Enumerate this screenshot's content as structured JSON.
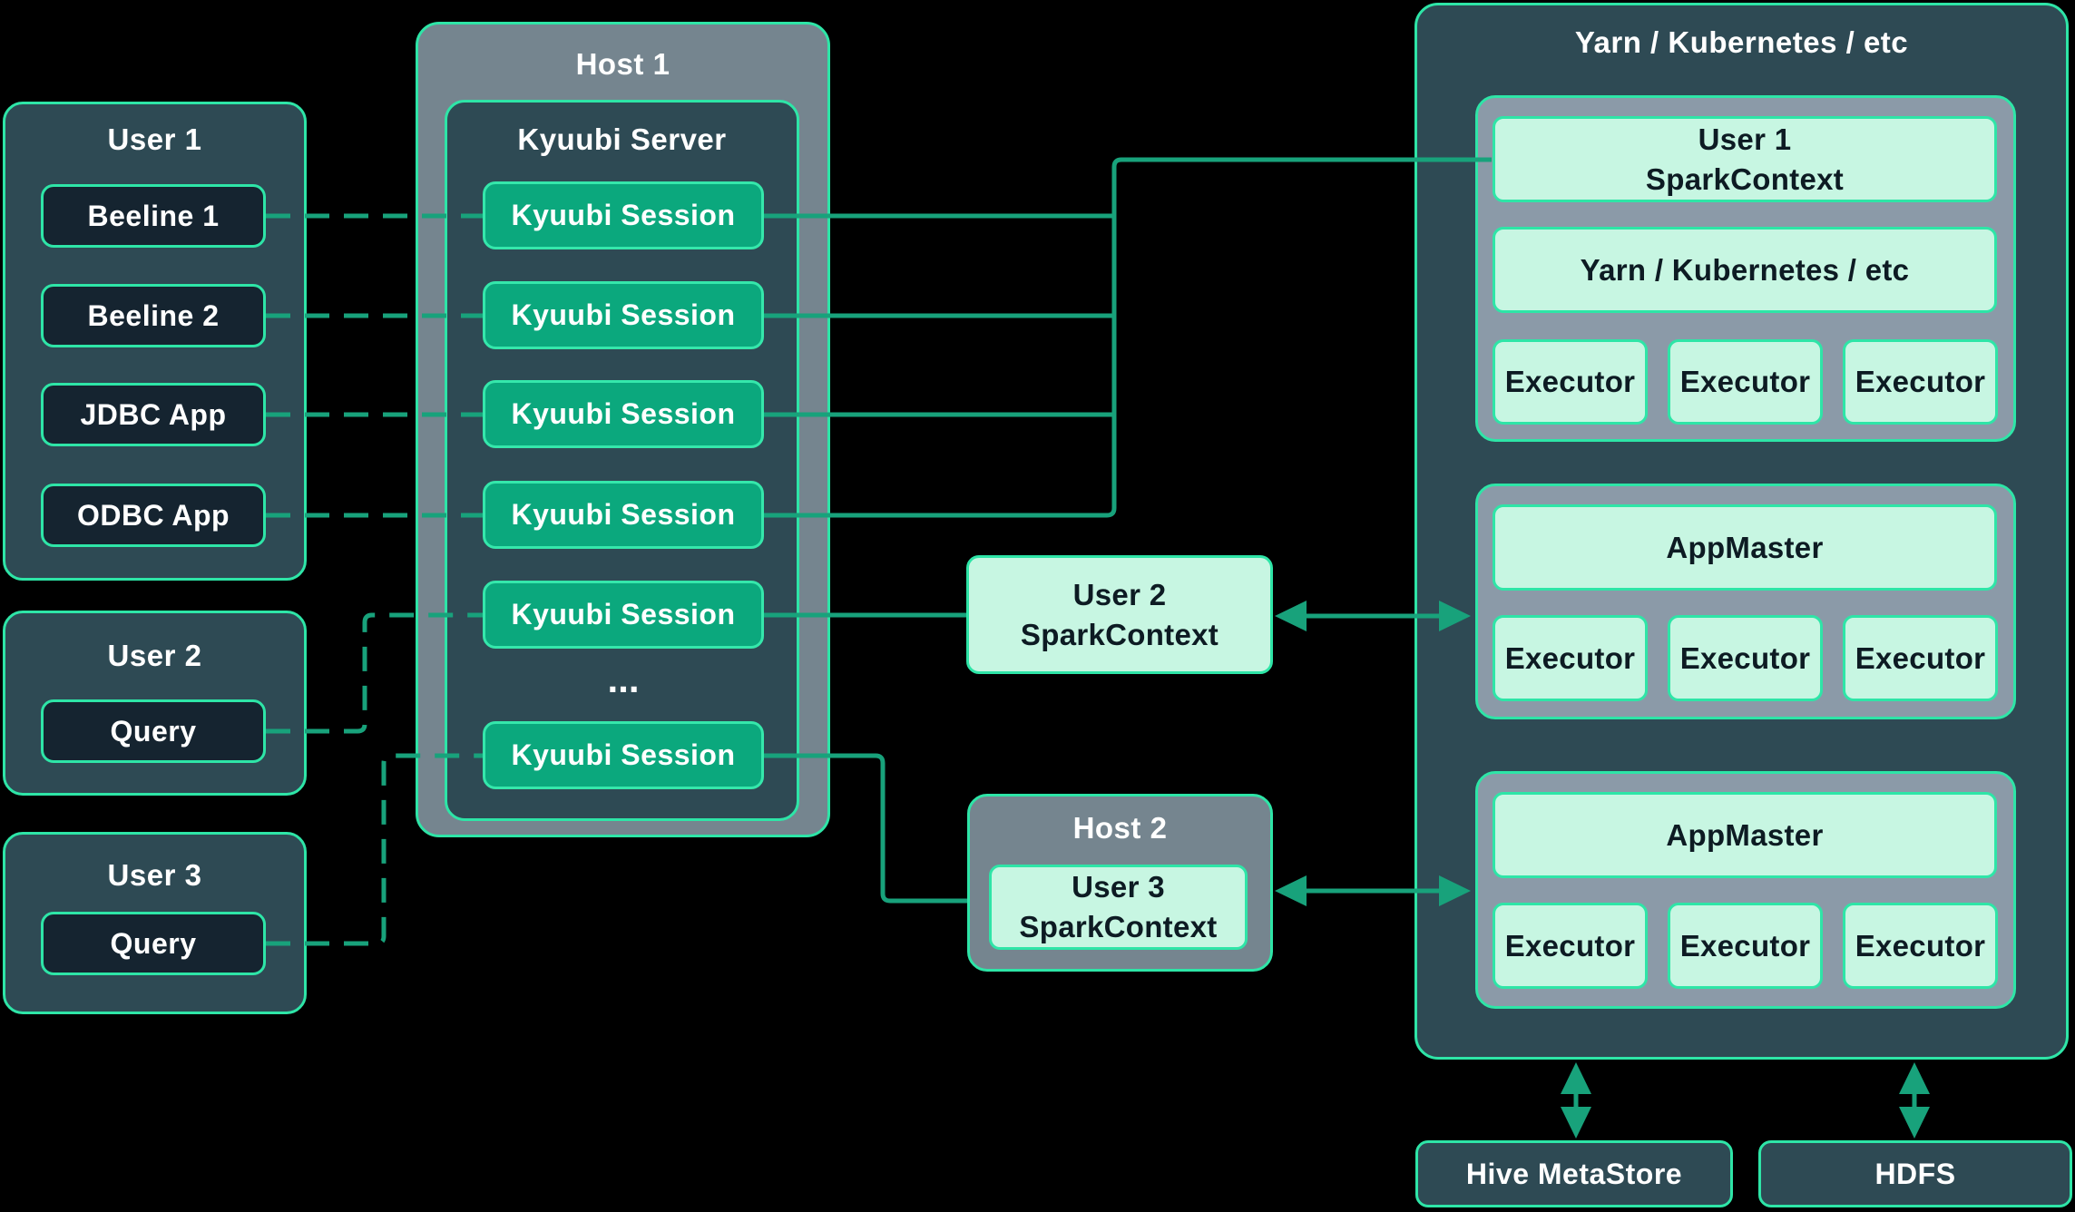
{
  "colors": {
    "background": "#000000",
    "panel_teal": "#2e4a54",
    "host_gray": "#75858f",
    "group_gray": "#8b9aa8",
    "inner_dark": "#152430",
    "session_green": "#0ba87d",
    "mint": "#c7f6e2",
    "border_green": "#2ee5a7",
    "connector_green": "#18a27b",
    "text_light": "#ffffff",
    "text_dark": "#0d1b23"
  },
  "users": {
    "user1": {
      "title": "User 1",
      "clients": [
        "Beeline 1",
        "Beeline 2",
        "JDBC App",
        "ODBC App"
      ]
    },
    "user2": {
      "title": "User 2",
      "query_label": "Query"
    },
    "user3": {
      "title": "User 3",
      "query_label": "Query"
    }
  },
  "host1": {
    "title": "Host 1",
    "kyuubi_server": {
      "title": "Kyuubi Server",
      "sessions": [
        "Kyuubi Session",
        "Kyuubi Session",
        "Kyuubi Session",
        "Kyuubi Session",
        "Kyuubi Session",
        "Kyuubi Session"
      ],
      "ellipsis": "..."
    }
  },
  "spark_contexts": {
    "user2": {
      "line1": "User 2",
      "line2": "SparkContext"
    },
    "host2": {
      "title": "Host 2",
      "user3": {
        "line1": "User 3",
        "line2": "SparkContext"
      }
    }
  },
  "cluster": {
    "title": "Yarn / Kubernetes / etc",
    "app1": {
      "context_line1": "User 1",
      "context_line2": "SparkContext",
      "resource_manager": "Yarn / Kubernetes / etc",
      "executors": [
        "Executor",
        "Executor",
        "Executor"
      ]
    },
    "app2": {
      "app_master": "AppMaster",
      "executors": [
        "Executor",
        "Executor",
        "Executor"
      ]
    },
    "app3": {
      "app_master": "AppMaster",
      "executors": [
        "Executor",
        "Executor",
        "Executor"
      ]
    }
  },
  "storage": {
    "hive": "Hive MetaStore",
    "hdfs": "HDFS"
  }
}
